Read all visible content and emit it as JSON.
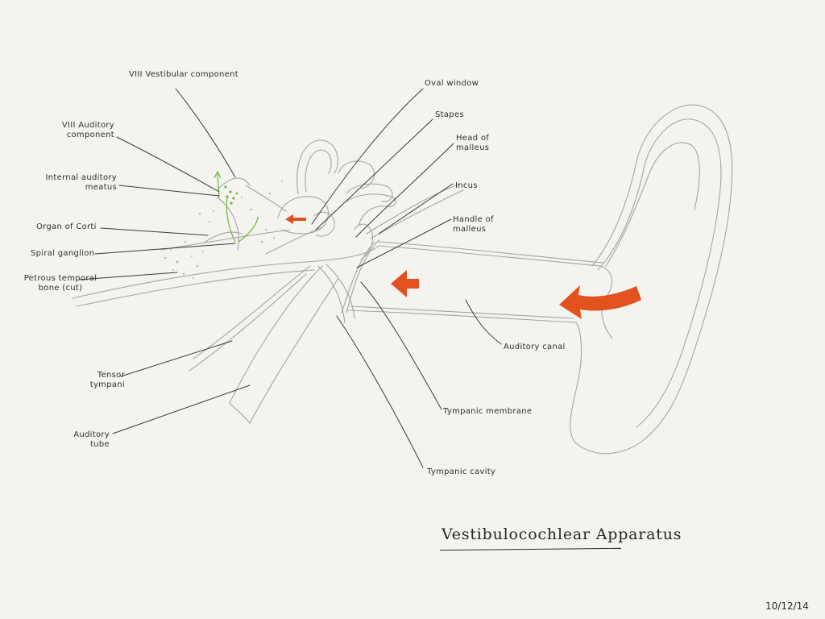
{
  "title": "Vestibulocochlear Apparatus",
  "date": "10/12/14",
  "colors": {
    "background": "#f4f3ef",
    "arrow": "#e2521f",
    "nerve_dots": "#6db83a",
    "ink": "#2f2f2f",
    "sketch": "#9a9a9a"
  },
  "labels": {
    "vestibular": "VIII Vestibular component",
    "auditory_component": "VIII Auditory\ncomponent",
    "internal_meatus": "Internal auditory\nmeatus",
    "organ_corti": "Organ of Corti",
    "spiral_ganglion": "Spiral ganglion",
    "petrous": "Petrous temporal\nbone (cut)",
    "tensor": "Tensor\ntympani",
    "auditory_tube": "Auditory\ntube",
    "oval_window": "Oval window",
    "stapes": "Stapes",
    "head_malleus": "Head of\nmalleus",
    "incus": "Incus",
    "handle_malleus": "Handle of\nmalleus",
    "auditory_canal": "Auditory canal",
    "tympanic_membrane": "Tympanic membrane",
    "tympanic_cavity": "Tympanic cavity"
  }
}
